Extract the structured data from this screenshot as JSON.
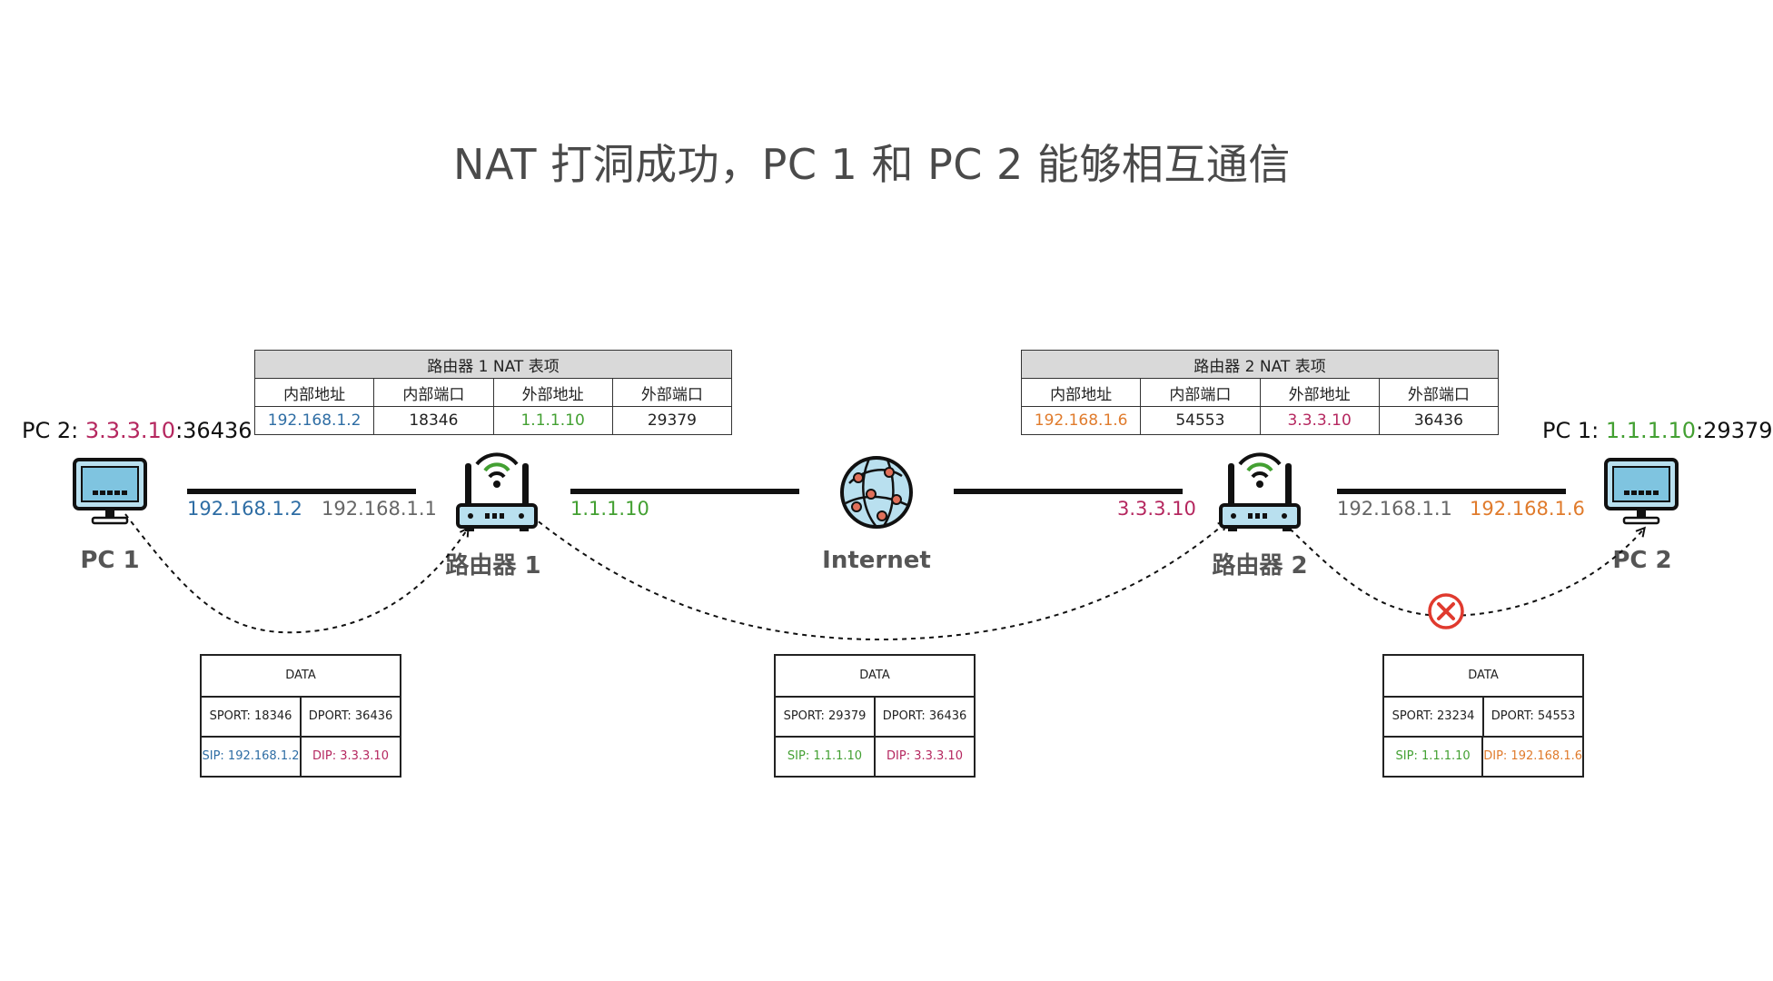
{
  "title": "NAT 打洞成功，PC 1 和 PC 2 能够相互通信",
  "colors": {
    "blue": "#2e6da4",
    "green": "#43a032",
    "magenta": "#b5275f",
    "orange": "#e07b2c",
    "gray": "#666666",
    "dark": "#111111",
    "error_red": "#e03a2e"
  },
  "pc1_peer": {
    "prefix": "PC 2: ",
    "ip": "3.3.3.10",
    "port": ":36436"
  },
  "pc2_peer": {
    "prefix": "PC 1: ",
    "ip": "1.1.1.10",
    "port": ":29379"
  },
  "nat1": {
    "caption": "路由器 1 NAT 表项",
    "headers": [
      "内部地址",
      "内部端口",
      "外部地址",
      "外部端口"
    ],
    "row": [
      "192.168.1.2",
      "18346",
      "1.1.1.10",
      "29379"
    ]
  },
  "nat2": {
    "caption": "路由器 2 NAT 表项",
    "headers": [
      "内部地址",
      "内部端口",
      "外部地址",
      "外部端口"
    ],
    "row": [
      "192.168.1.6",
      "54553",
      "3.3.3.10",
      "36436"
    ]
  },
  "devices": {
    "pc1": "PC 1",
    "router1": "路由器 1",
    "internet": "Internet",
    "router2": "路由器 2",
    "pc2": "PC 2"
  },
  "links": {
    "pc1_ip": "192.168.1.2",
    "router1_lan_ip": "192.168.1.1",
    "router1_wan_ip": "1.1.1.10",
    "router2_wan_ip": "3.3.3.10",
    "router2_lan_ip": "192.168.1.1",
    "pc2_ip": "192.168.1.6"
  },
  "packets": [
    {
      "data": "DATA",
      "sport": "SPORT: 18346",
      "dport": "DPORT: 36436",
      "sip": "SIP: 192.168.1.2",
      "dip": "DIP: 3.3.3.10"
    },
    {
      "data": "DATA",
      "sport": "SPORT: 29379",
      "dport": "DPORT: 36436",
      "sip": "SIP: 1.1.1.10",
      "dip": "DIP: 3.3.3.10"
    },
    {
      "data": "DATA",
      "sport": "SPORT: 23234",
      "dport": "DPORT: 54553",
      "sip": "SIP: 1.1.1.10",
      "dip": "DIP: 192.168.1.6"
    }
  ],
  "icons": {
    "pc": "desktop-computer-icon",
    "router": "wifi-router-icon",
    "internet": "globe-network-icon",
    "blocked": "blocked-x-icon"
  }
}
